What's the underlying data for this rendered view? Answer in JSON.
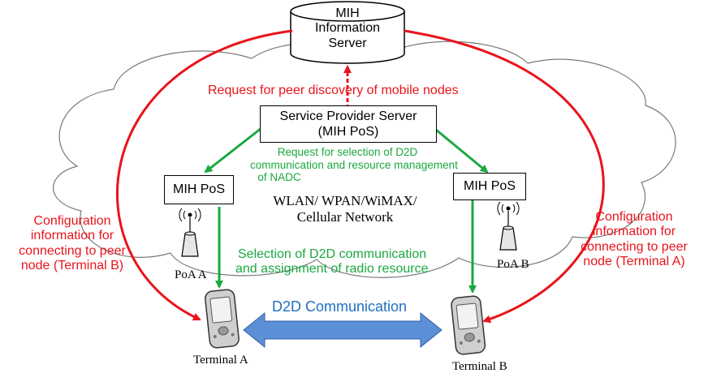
{
  "server": {
    "line1": "MIH",
    "line2": "Information",
    "line3": "Server"
  },
  "request_peer_discovery": "Request for peer discovery of mobile nodes",
  "sp_server": {
    "line1": "Service Provider Server",
    "line2": "(MIH PoS)"
  },
  "request_selection": {
    "line1": "Request for selection of D2D",
    "line2": "communication and resource management",
    "line3": "of NADC"
  },
  "mih_pos_left": "MIH PoS",
  "mih_pos_right": "MIH PoS",
  "network": {
    "line1": "WLAN/  WPAN/WiMAX/",
    "line2": "Cellular Network"
  },
  "selection_d2d": {
    "line1": "Selection of D2D communication",
    "line2": "and assignment of radio resource"
  },
  "config_left": {
    "line1": "Configuration",
    "line2": "information for",
    "line3": "connecting to peer",
    "line4": "node (Terminal B)"
  },
  "config_right": {
    "line1": "Configuration",
    "line2": "information for",
    "line3": "connecting to peer",
    "line4": "node (Terminal A)"
  },
  "poa_a": "PoA A",
  "poa_b": "PoA B",
  "d2d_communication": "D2D Communication",
  "terminal_a": "Terminal  A",
  "terminal_b": "Terminal  B",
  "colors": {
    "red": "#e8141b",
    "green": "#1aa83f",
    "blue": "#1f6fc0",
    "d2d_fill": "#5b8fd6"
  }
}
